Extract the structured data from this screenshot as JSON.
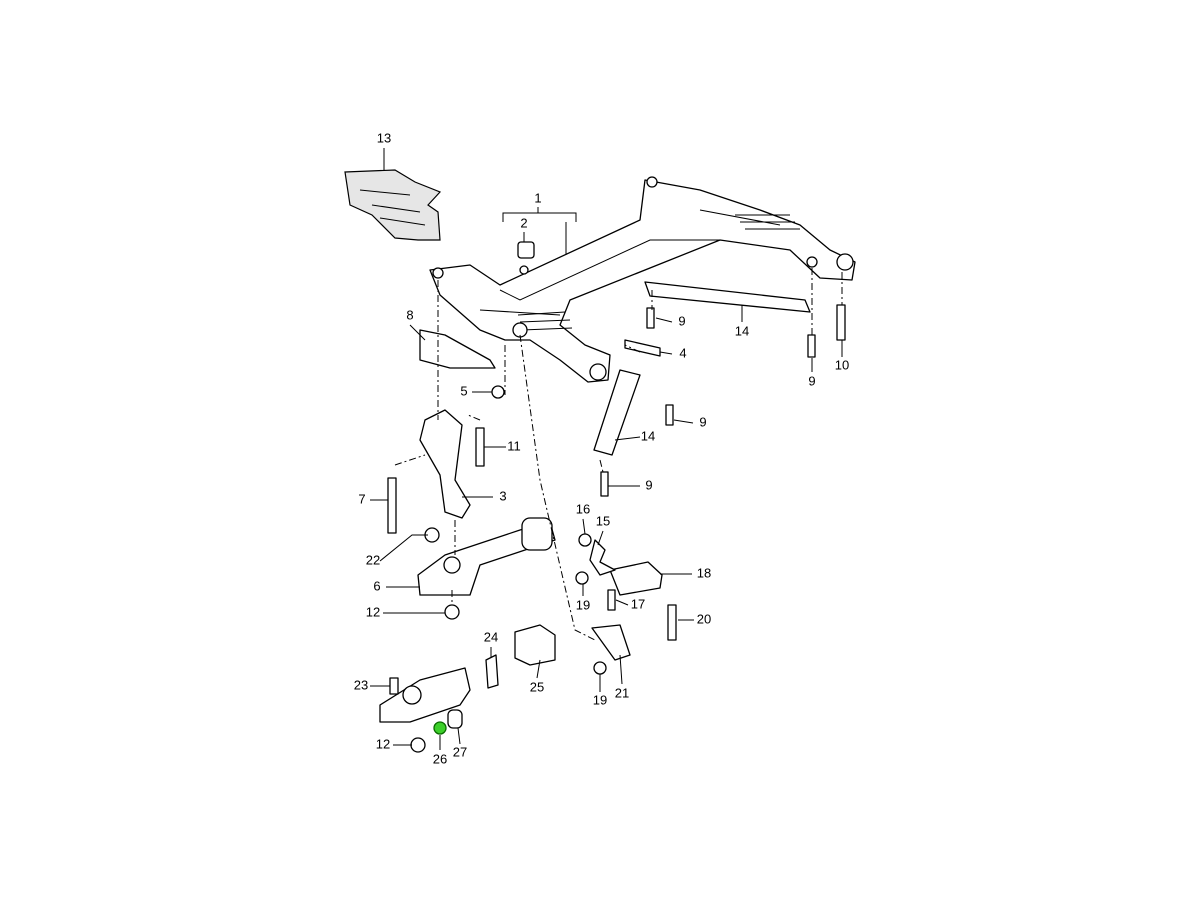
{
  "diagram": {
    "title": "Front axle cross member and control arms parts diagram",
    "highlight_color": "#3ccf2a",
    "highlighted_part": "26",
    "callouts": [
      "13",
      "1",
      "2",
      "8",
      "9",
      "14",
      "4",
      "9",
      "10",
      "5",
      "9",
      "14",
      "11",
      "3",
      "7",
      "9",
      "16",
      "15",
      "22",
      "18",
      "6",
      "19",
      "17",
      "20",
      "12",
      "24",
      "25",
      "23",
      "19",
      "21",
      "12",
      "26",
      "27"
    ]
  }
}
